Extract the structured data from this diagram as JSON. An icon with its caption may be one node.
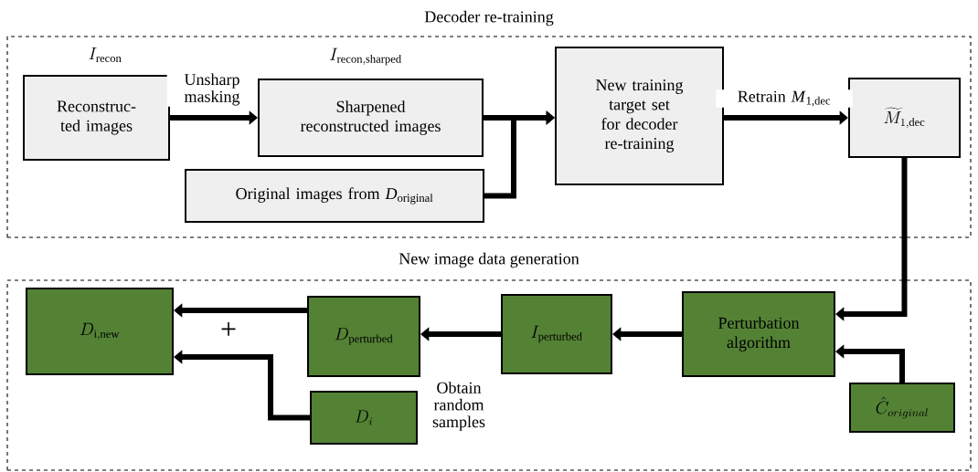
{
  "diagram": {
    "nodes": [
      {
        "text": [
          "Decoder re-training"
        ]
      },
      {
        "text": [
          "Reconstruc- ted images"
        ],
        "beside": [
          "I_{\\mathrm{recon}}"
        ],
        "in": 0
      },
      {
        "text": [
          "Sharpened reconstructed images"
        ],
        "beside": [
          "I_{\\mathrm{recon,sharped}}"
        ],
        "in": 0
      },
      {
        "text": [
          "Original images from *D*$_{original}$"
        ],
        "in": 0
      },
      {
        "text": [
          "New training target set for decoder re-training"
        ],
        "in": 0
      },
      {
        "text": [
          "\\widetilde{M}_{1,\\mathrm{dec}}"
        ],
        "in": 0
      },
      {
        "text": [
          "New image data generation"
        ]
      },
      {
        "text": [
          "Perturbation algorithm"
        ],
        "in": 6
      },
      {
        "text": [
          "\\hat{C}_{original}"
        ],
        "in": 6
      },
      {
        "text": [
          "I_{\\mathrm{perturbed}}"
        ],
        "in": 6
      },
      {
        "text": [
          "D_{\\mathrm{perturbed}}"
        ],
        "in": 6
      },
      {
        "text": [
          "D_{i}"
        ],
        "in": 6
      },
      {
        "text": [
          "D_{\\mathrm{i,new}}"
        ],
        "in": 6
      }
    ],
    "edges": [
      {
        "from": 1,
        "to": 2,
        "arrow": "to",
        "label": "Unsharp masking"
      },
      {
        "from": 2,
        "to": 4,
        "arrow": "to"
      },
      {
        "from": 3,
        "to": 4,
        "arrow": "to"
      },
      {
        "from": 4,
        "to": 5,
        "arrow": "to",
        "label": "Retrain *M*$_{1,dec}$"
      },
      {
        "from": 5,
        "to": 7,
        "arrow": "to"
      },
      {
        "from": 8,
        "to": 7,
        "arrow": "to"
      },
      {
        "from": 7,
        "to": 9,
        "arrow": "to"
      },
      {
        "from": 9,
        "to": 10,
        "arrow": "to",
        "label": "Obtain random samples"
      },
      {
        "from": 10,
        "to": 12,
        "arrow": "to"
      },
      {
        "from": 11,
        "to": 12,
        "arrow": "to"
      }
    ],
    "labels": [
      "+"
    ]
  }
}
